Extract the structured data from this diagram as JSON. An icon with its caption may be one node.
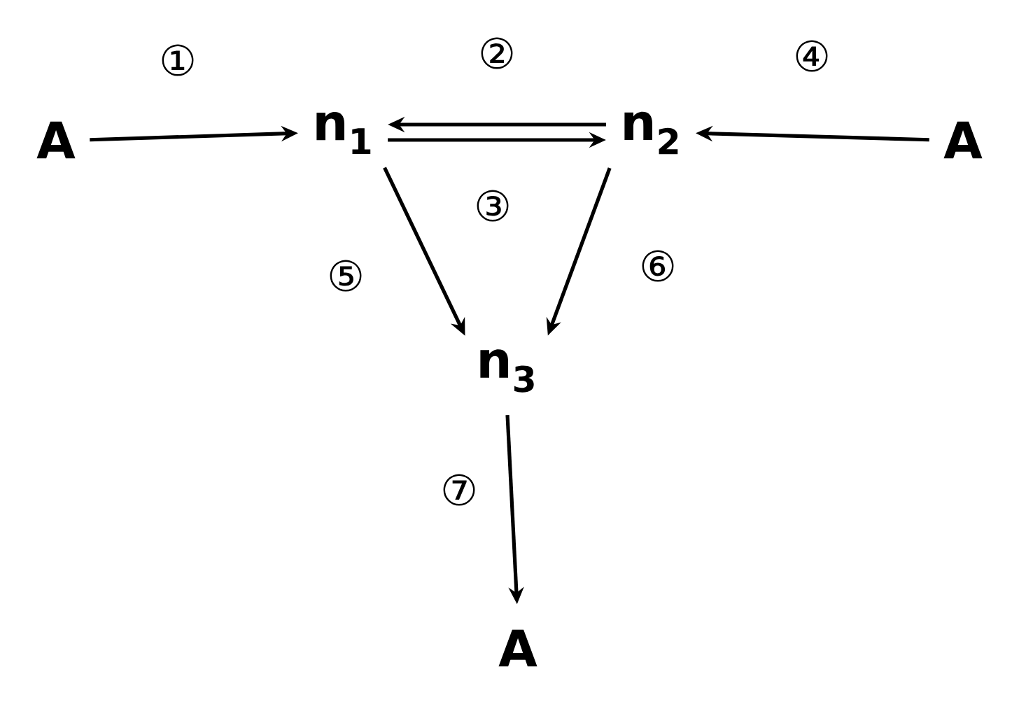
{
  "diagram": {
    "nodes": [
      {
        "text": [
          "A"
        ]
      },
      {
        "text": [
          "n$_{1}$"
        ]
      },
      {
        "text": [
          "n$_{2}$"
        ]
      },
      {
        "text": [
          "A"
        ]
      },
      {
        "text": [
          "n$_{3}$"
        ]
      },
      {
        "text": [
          "A"
        ]
      }
    ],
    "edges": [
      {
        "from": 0,
        "to": 1,
        "arrow": "to",
        "label": "①"
      },
      {
        "from": 1,
        "to": 2,
        "arrow": "to",
        "label": "②"
      },
      {
        "from": 2,
        "to": 1,
        "arrow": "to",
        "label": "③"
      },
      {
        "from": 3,
        "to": 2,
        "arrow": "to",
        "label": "④"
      },
      {
        "from": 1,
        "to": 4,
        "arrow": "to",
        "label": "⑤"
      },
      {
        "from": 2,
        "to": 4,
        "arrow": "to",
        "label": "⑥"
      },
      {
        "from": 4,
        "to": 5,
        "arrow": "to",
        "label": "⑦"
      }
    ]
  }
}
